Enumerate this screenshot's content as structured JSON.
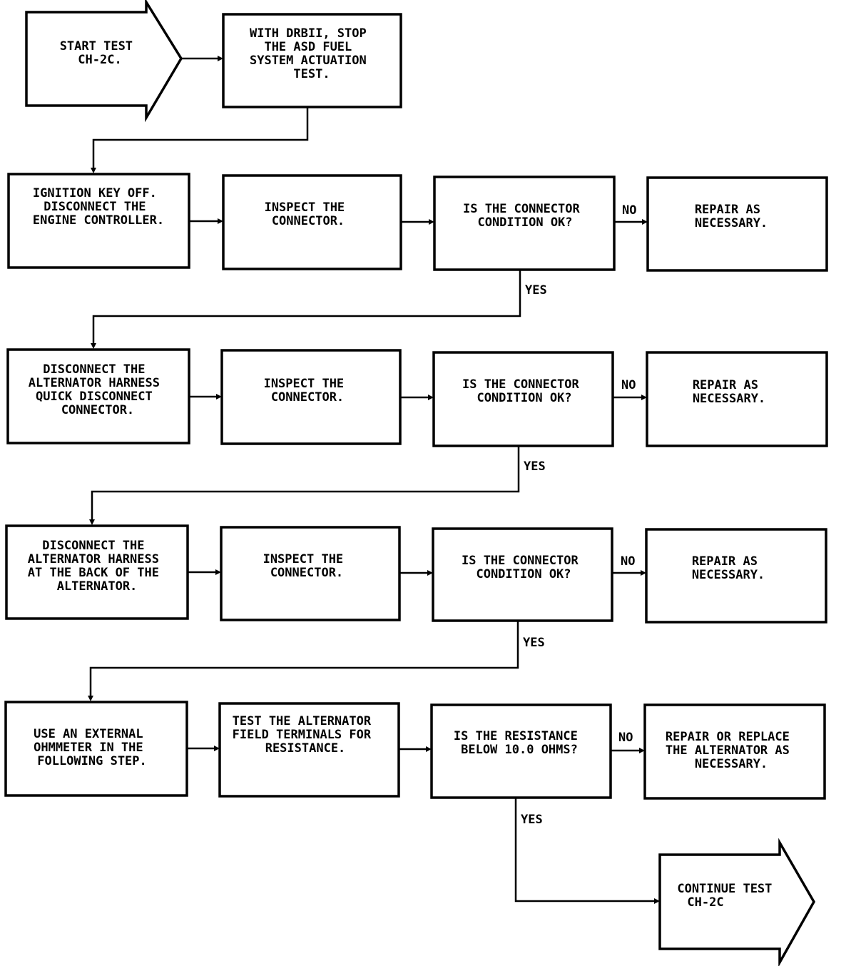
{
  "nodes": {
    "start": [
      "START TEST",
      "CH-2C."
    ],
    "stop_asd": [
      "WITH DRBII, STOP",
      "THE ASD FUEL",
      "SYSTEM ACTUATION",
      "TEST."
    ],
    "ignition_off": [
      "IGNITION KEY OFF.",
      "DISCONNECT THE",
      "ENGINE CONTROLLER."
    ],
    "inspect_1": [
      "INSPECT THE",
      "CONNECTOR."
    ],
    "decision_1": [
      "IS THE CONNECTOR",
      "CONDITION OK?"
    ],
    "repair_1": [
      "REPAIR AS",
      "NECESSARY."
    ],
    "disconnect_quick": [
      "DISCONNECT THE",
      "ALTERNATOR HARNESS",
      "QUICK DISCONNECT",
      "CONNECTOR."
    ],
    "inspect_2": [
      "INSPECT THE",
      "CONNECTOR."
    ],
    "decision_2": [
      "IS THE CONNECTOR",
      "CONDITION OK?"
    ],
    "repair_2": [
      "REPAIR AS",
      "NECESSARY."
    ],
    "disconnect_back": [
      "DISCONNECT THE",
      "ALTERNATOR HARNESS",
      "AT THE BACK OF THE",
      "ALTERNATOR."
    ],
    "inspect_3": [
      "INSPECT THE",
      "CONNECTOR."
    ],
    "decision_3": [
      "IS THE CONNECTOR",
      "CONDITION OK?"
    ],
    "repair_3": [
      "REPAIR AS",
      "NECESSARY."
    ],
    "ohmmeter": [
      "USE AN EXTERNAL",
      "OHMMETER IN THE",
      "FOLLOWING STEP."
    ],
    "test_field": [
      "TEST THE ALTERNATOR",
      "FIELD TERMINALS FOR",
      "RESISTANCE."
    ],
    "decision_resistance": [
      "IS THE RESISTANCE",
      "BELOW 10.0 OHMS?"
    ],
    "repair_replace": [
      "REPAIR OR REPLACE",
      "THE ALTERNATOR AS",
      "NECESSARY."
    ],
    "continue": [
      "CONTINUE TEST",
      "CH-2C"
    ]
  },
  "edge_labels": {
    "no_1": "NO",
    "yes_1": "YES",
    "no_2": "NO",
    "yes_2": "YES",
    "no_3": "NO",
    "yes_3": "YES",
    "no_4": "NO",
    "yes_4": "YES"
  }
}
